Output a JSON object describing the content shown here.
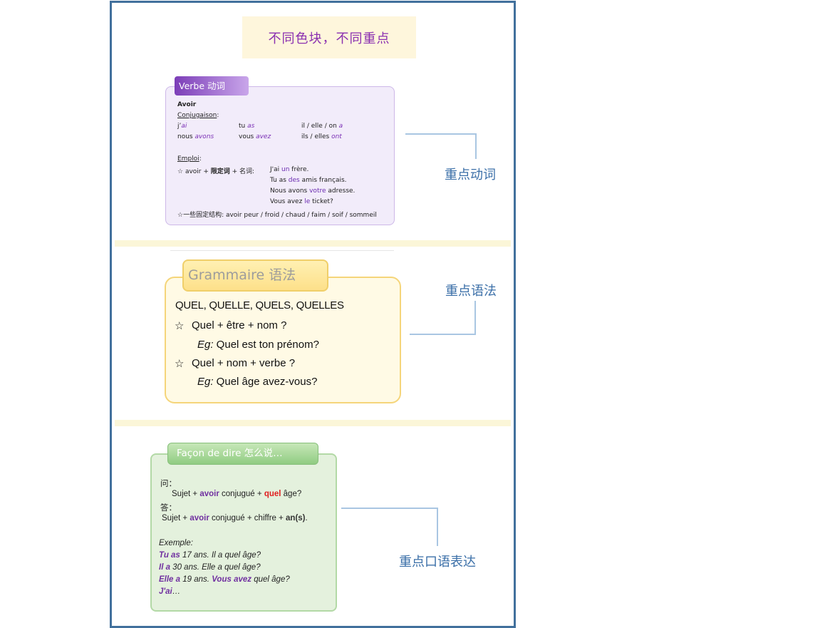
{
  "title": "不同色块，不同重点",
  "verb": {
    "tab": "Verbe 动词",
    "heading": "Avoir",
    "conj_label": "Conjugaison",
    "conj": [
      {
        "p": "j’",
        "v": "ai"
      },
      {
        "p": "tu ",
        "v": "as"
      },
      {
        "p": "il / elle / on ",
        "v": "a"
      },
      {
        "p": "nous ",
        "v": "avons"
      },
      {
        "p": "vous ",
        "v": "avez"
      },
      {
        "p": "ils / elles ",
        "v": "ont"
      }
    ],
    "emploi_label": "Emploi",
    "rule_star": "☆",
    "rule_a": " avoir + ",
    "rule_b": "限定词",
    "rule_c": " + 名词:",
    "ex": [
      {
        "a": "J'ai ",
        "k": "un",
        "b": " frère."
      },
      {
        "a": "Tu as ",
        "k": "des",
        "b": " amis français."
      },
      {
        "a": "Nous avons ",
        "k": "votre",
        "b": " adresse."
      },
      {
        "a": "Vous avez ",
        "k": "le",
        "b": " ticket?"
      }
    ],
    "fixed": "☆一些固定结构: avoir peur / froid / chaud / faim / soif / sommeil"
  },
  "grammar": {
    "tab": "Grammaire 语法",
    "heading": "QUEL, QUELLE, QUELS, QUELLES",
    "star": "☆",
    "rule1": "Quel + être + nom ?",
    "eg_label": "Eg:",
    "eg1": " Quel est ton prénom?",
    "rule2": "Quel + nom + verbe ?",
    "eg2": " Quel âge avez-vous?"
  },
  "facon": {
    "tab": "Façon de dire 怎么说…",
    "q_label": "问：",
    "q": {
      "a": "Sujet + ",
      "b": "avoir",
      "c": " conjugué + ",
      "d": "quel",
      "e": " âge?"
    },
    "r_label": "答：",
    "r": {
      "a": "Sujet + ",
      "b": "avoir",
      "c": " conjugué + chiffre + ",
      "d": "an(s)",
      "e": "."
    },
    "ex_label": "Exemple:",
    "ex": [
      {
        "v": "Tu as",
        "n": " 17 ",
        "r": "ans. Il a quel âge?"
      },
      {
        "v": "Il a",
        "n": " 30 ",
        "r": "ans. Elle a quel âge?"
      },
      {
        "v": "Elle a",
        "n": " 19 ",
        "r": "ans. ",
        "v2": "Vous avez",
        "r2": " quel âge?"
      },
      {
        "v": "J'ai",
        "n": "",
        "r": "…"
      }
    ]
  },
  "labels": {
    "verb": "重点动词",
    "grammar": "重点语法",
    "oral": "重点口语表达"
  }
}
